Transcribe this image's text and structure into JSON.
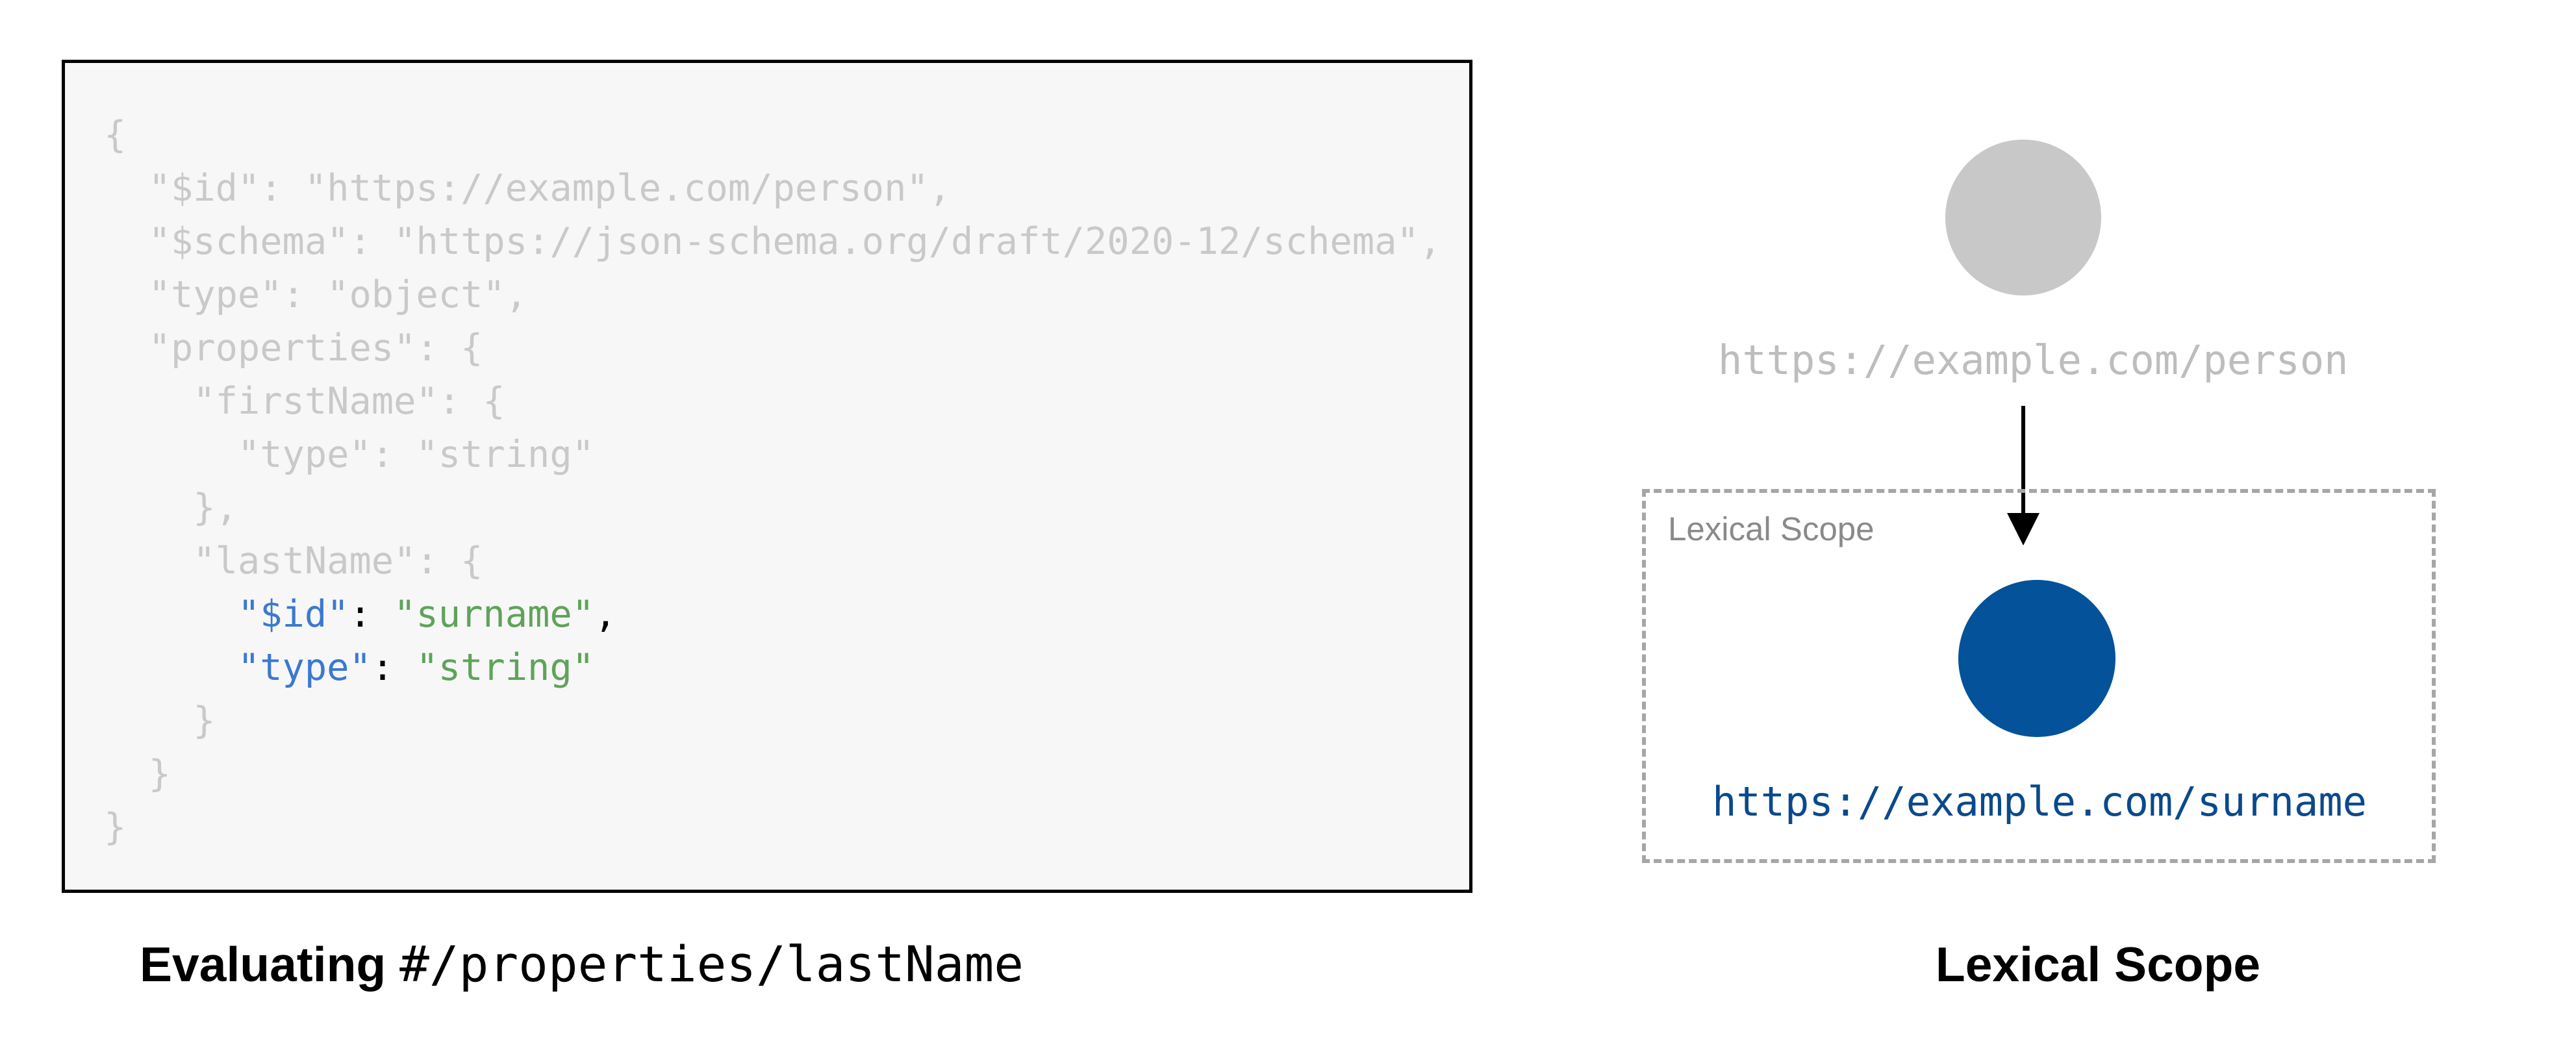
{
  "colors": {
    "dimmed_code": "#c9c9c9",
    "highlight_key": "#3b79d1",
    "highlight_string": "#5fa35a",
    "inactive_node": "#c8c8c8",
    "active_node": "#045299",
    "active_label": "#0a4a8c",
    "scope_border": "#a6a6a6"
  },
  "code": {
    "line1": "{",
    "line2": "  \"$id\": \"https://example.com/person\",",
    "line3": "  \"$schema\": \"https://json-schema.org/draft/2020-12/schema\",",
    "line4": "  \"type\": \"object\",",
    "line5": "  \"properties\": {",
    "line6": "    \"firstName\": {",
    "line7": "      \"type\": \"string\"",
    "line8": "    },",
    "line9": "    \"lastName\": {",
    "line10_indent": "      ",
    "line10_key": "\"$id\"",
    "line10_colon": ": ",
    "line10_value": "\"surname\"",
    "line10_comma": ",",
    "line11_indent": "      ",
    "line11_key": "\"type\"",
    "line11_colon": ": ",
    "line11_value": "\"string\"",
    "line12": "    }",
    "line13": "  }",
    "line14": "}"
  },
  "captions": {
    "left_bold": "Evaluating",
    "left_pointer": "#/properties/lastName",
    "right": "Lexical Scope"
  },
  "diagram": {
    "top_node_label": "https://example.com/person",
    "scope_label": "Lexical Scope",
    "bottom_node_label": "https://example.com/surname",
    "arrow_icon": "arrow-down-icon"
  }
}
